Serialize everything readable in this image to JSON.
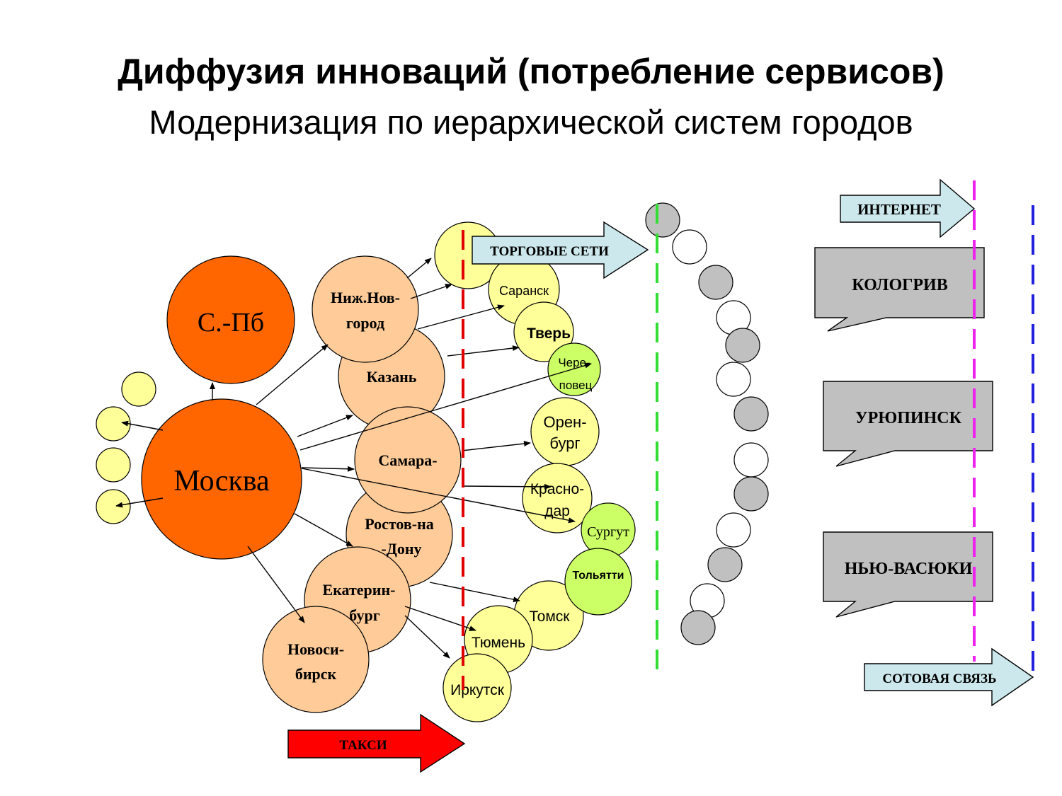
{
  "title": "Диффузия инноваций (потребление сервисов)",
  "subtitle": "Модернизация по иерархической систем городов",
  "cities": {
    "spb": "С.-Пб",
    "moscow": "Москва",
    "nn": [
      "Ниж.Нов-",
      "город"
    ],
    "kazan": "Казань",
    "samara": "Самара-",
    "rostov": [
      "Ростов-на",
      "-Дону"
    ],
    "ekb": [
      "Екатерин-",
      "бург"
    ],
    "nsk": [
      "Новоси-",
      "бирск"
    ],
    "saransk": "Саранск",
    "tver": "Тверь",
    "cherepovets": [
      "Чере-",
      "повец"
    ],
    "orenburg": [
      "Орен-",
      "бург"
    ],
    "krasnodar": [
      "Красно-",
      "дар"
    ],
    "surgut": "Сургут",
    "tolyatti": "Тольятти",
    "tomsk": "Томск",
    "tyumen": "Тюмень",
    "irkutsk": "Иркутск"
  },
  "services": {
    "taxi": "ТАКСИ",
    "retail": "ТОРГОВЫЕ СЕТИ",
    "internet": "ИНТЕРНЕТ",
    "cellular": "СОТОВАЯ СВЯЗЬ"
  },
  "callouts": {
    "kologriv": "КОЛОГРИВ",
    "uryupinsk": "УРЮПИНСК",
    "new_vasyuki": "НЬЮ-ВАСЮКИ"
  },
  "colors": {
    "moscow": "#ff6600",
    "regional": "#ffcc99",
    "small": "#ffff99",
    "green": "#ccff66",
    "taxi_arrow": "#ff0000",
    "service_arrow": "#cce8ec",
    "callout": "#c0c0c0",
    "line_red": "#e00000",
    "line_green": "#33dd33",
    "line_magenta": "#ee22ee",
    "line_blue": "#2222dd"
  }
}
